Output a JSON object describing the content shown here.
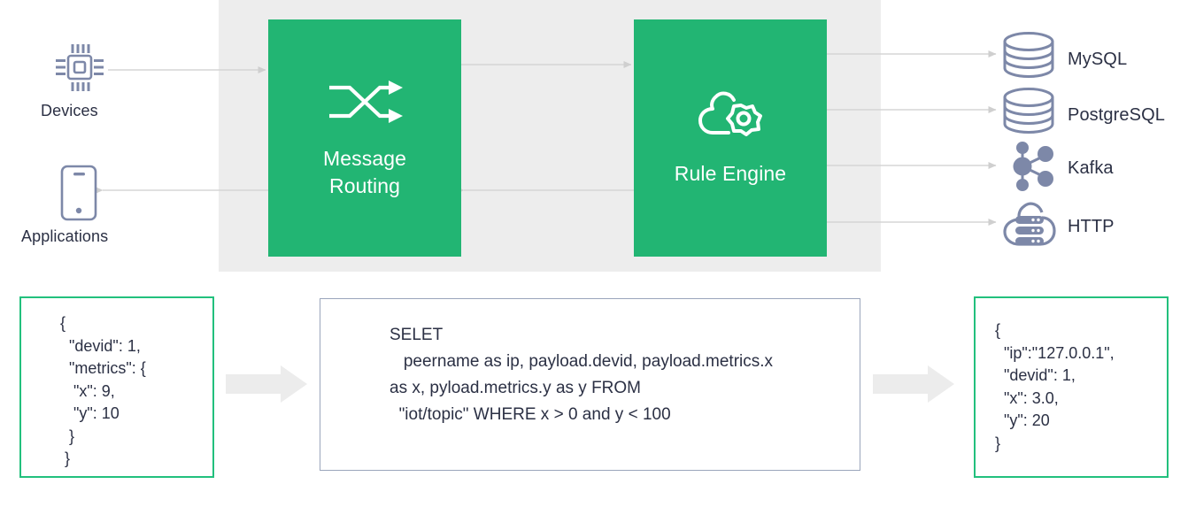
{
  "diagram": {
    "title": "EMQX rule engine message flow",
    "colors": {
      "green": "#22b573",
      "green_border": "#22c07d",
      "grey_band": "#ededed",
      "icon_slate": "#7d88a8",
      "text_dark": "#2b3044",
      "arrow_grey": "#d2d2d2",
      "fat_arrow_grey": "#ececec",
      "card_blue_border": "#9aa5bb"
    }
  },
  "sources": [
    {
      "id": "devices",
      "icon": "chip-icon",
      "label": "Devices"
    },
    {
      "id": "applications",
      "icon": "phone-icon",
      "label": "Applications"
    }
  ],
  "stages": [
    {
      "id": "message-routing",
      "icon": "shuffle-icon",
      "label": "Message\nRouting"
    },
    {
      "id": "rule-engine",
      "icon": "cloud-gear-icon",
      "label": "Rule Engine"
    }
  ],
  "sinks": [
    {
      "id": "mysql",
      "icon": "database-icon",
      "label": "MySQL"
    },
    {
      "id": "postgresql",
      "icon": "database-icon",
      "label": "PostgreSQL"
    },
    {
      "id": "kafka",
      "icon": "node-graph-icon",
      "label": "Kafka"
    },
    {
      "id": "http",
      "icon": "cloud-server-icon",
      "label": "HTTP"
    }
  ],
  "cards": {
    "input": {
      "name": "input-payload",
      "code": "{\n  \"devid\": 1,\n  \"metrics\": {\n   \"x\": 9,\n   \"y\": 10\n  }\n }"
    },
    "sql": {
      "name": "rule-sql",
      "code": "SELET\n   peername as ip, payload.devid, payload.metrics.x as x, pyload.metrics.y as y FROM\n  \"iot/topic\" WHERE x > 0 and y < 100"
    },
    "output": {
      "name": "output-payload",
      "code": "{\n  \"ip\":\"127.0.0.1\",\n  \"devid\": 1,\n  \"x\": 3.0,\n  \"y\": 20\n}"
    }
  }
}
